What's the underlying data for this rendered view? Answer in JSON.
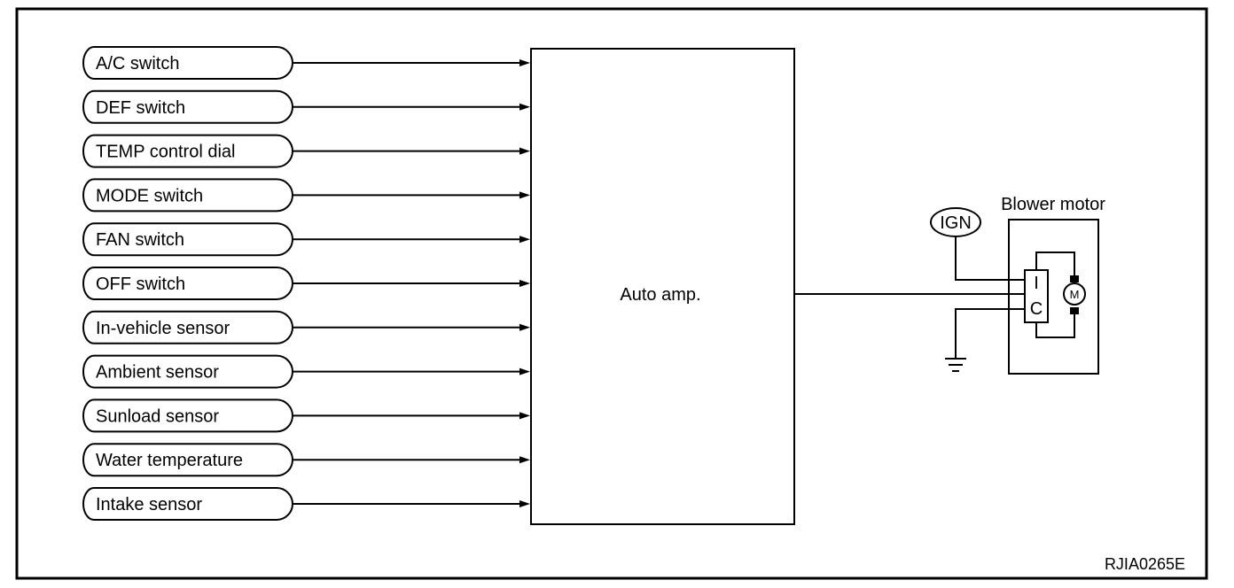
{
  "inputs": [
    "A/C switch",
    "DEF switch",
    "TEMP control dial",
    "MODE switch",
    "FAN switch",
    "OFF switch",
    "In-vehicle sensor",
    "Ambient sensor",
    "Sunload sensor",
    "Water temperature",
    "Intake sensor"
  ],
  "controller": {
    "label": "Auto amp."
  },
  "blower": {
    "title": "Blower motor",
    "ign": "IGN",
    "ic_top": "I",
    "ic_bottom": "C",
    "motor": "M"
  },
  "figure_code": "RJIA0265E"
}
